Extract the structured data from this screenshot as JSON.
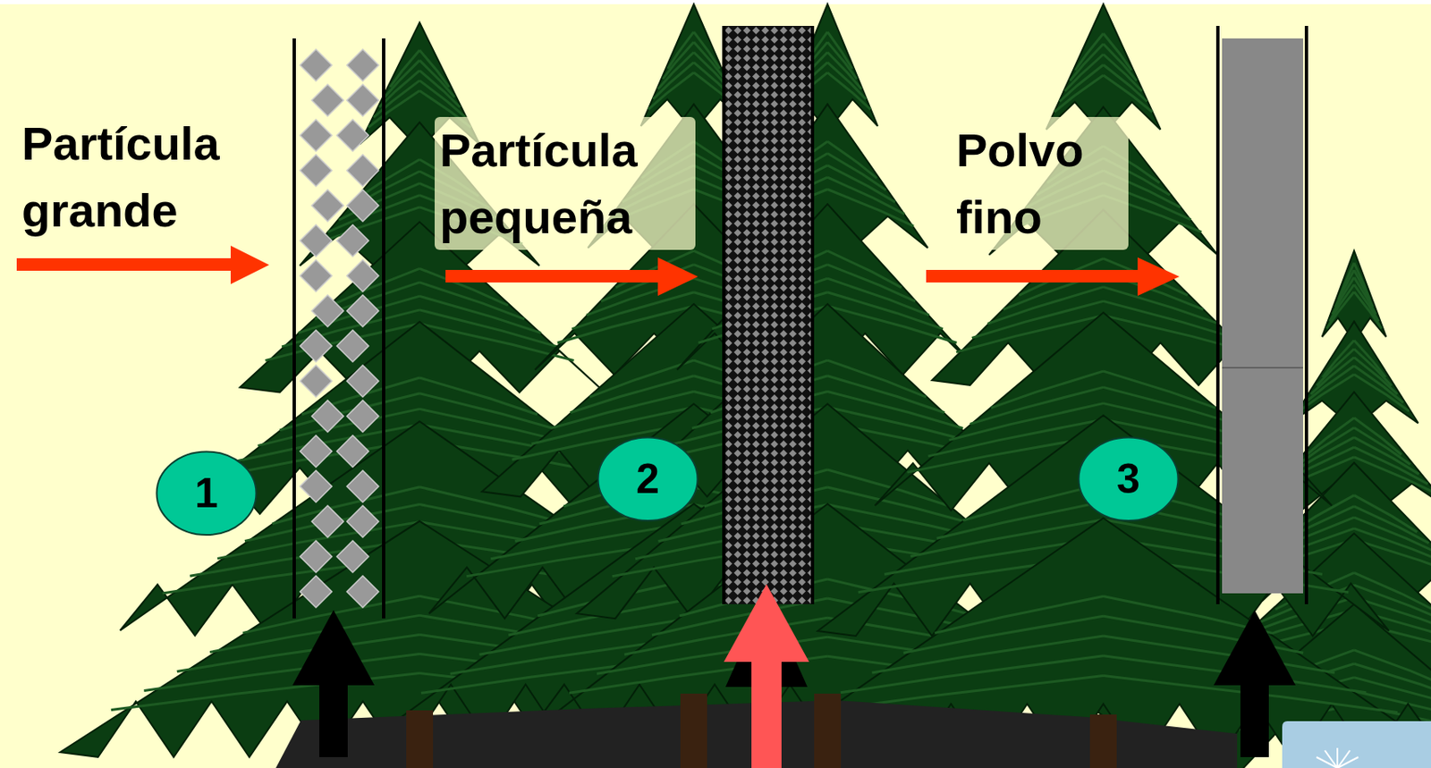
{
  "diagram": {
    "nodes": [
      {
        "text": [
          "1"
        ]
      },
      {
        "text": [
          "2"
        ]
      },
      {
        "text": [
          "3"
        ]
      }
    ],
    "labels": [
      "Partícula grande",
      "Partícula pequeña",
      "Polvo fino"
    ]
  }
}
